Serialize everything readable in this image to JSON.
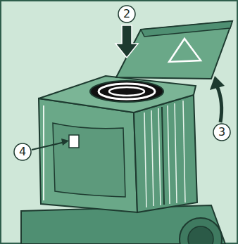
{
  "diagram": {
    "labels": [
      "2",
      "3",
      "4"
    ]
  }
}
